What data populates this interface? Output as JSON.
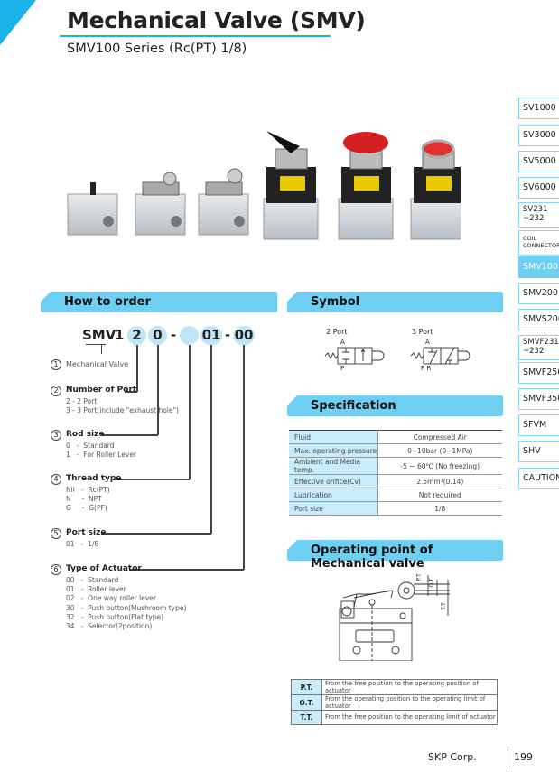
{
  "header": {
    "title": "Mechanical Valve (SMV)",
    "subtitle": "SMV100 Series (Rc(PT) 1/8)"
  },
  "side_tabs": [
    "SV1000",
    "SV3000",
    "SV5000",
    "SV6000",
    "SV231\n~232",
    "COIL\nCONNECTOR",
    "SMV100",
    "SMV200",
    "SMVS200",
    "SMVF231\n~232",
    "SMVF250",
    "SMVF350",
    "SFVM",
    "SHV",
    "CAUTION"
  ],
  "active_tab": "SMV100",
  "colors": {
    "accent": "#6fcff3",
    "brand": "#1ab3e8"
  },
  "how_to_order": {
    "title": "How to order",
    "code": {
      "prefix": "SMV",
      "series": "1",
      "port": "2",
      "rod": "0",
      "dash": "-",
      "thread": "",
      "size": "01",
      "actuator": "00"
    },
    "items": [
      {
        "n": "1",
        "label": "Mechanical Valve",
        "options": ""
      },
      {
        "n": "2",
        "label": "Number of Port",
        "options": "2 - 2 Port\n3 - 3 Port(include \"exhaust hole\")"
      },
      {
        "n": "3",
        "label": "Rod size",
        "options": "0   -  Standard\n1   -  For Roller Lever"
      },
      {
        "n": "4",
        "label": "Thread type",
        "options": "Nil   -  Rc(PT)\nN     -  NPT\nG     -  G(PF)"
      },
      {
        "n": "5",
        "label": "Port size",
        "options": "01   -  1/8"
      },
      {
        "n": "6",
        "label": "Type of Actuator",
        "options": "00   -  Standard\n01   -  Roller lever\n02   -  One way roller lever\n30   -  Push button(Mushroom type)\n32   -  Push button(Flat type)\n34   -  Selector(2position)"
      }
    ]
  },
  "symbol": {
    "title": "Symbol",
    "two_port": {
      "label": "2 Port",
      "top": "A",
      "bottom": "P"
    },
    "three_port": {
      "label": "3 Port",
      "top": "A",
      "bottom": "P R"
    }
  },
  "specification": {
    "title": "Specification",
    "rows": [
      [
        "Fluid",
        "Compressed Air"
      ],
      [
        "Max. operating pressure",
        "0~10bar (0~1MPa)"
      ],
      [
        "Ambient and Media temp.",
        "-5 ~ 60℃ (No freezing)"
      ],
      [
        "Effective orifice(Cv)",
        "2.5mm²(0.14)"
      ],
      [
        "Lubrication",
        "Not required"
      ],
      [
        "Port size",
        "1/8"
      ]
    ]
  },
  "operating_point": {
    "title": "Operating point of Mechanical valve",
    "diagram_labels": [
      "P.T",
      "O.T",
      "T.T"
    ],
    "rows": [
      [
        "P.T.",
        "From the free position to the operating position of actuator"
      ],
      [
        "O.T.",
        "From the operating position to the operating limit of actuator"
      ],
      [
        "T.T.",
        "From the free position to the operating limit of actuator"
      ]
    ]
  },
  "footer": {
    "company": "SKP Corp.",
    "page": "199"
  }
}
